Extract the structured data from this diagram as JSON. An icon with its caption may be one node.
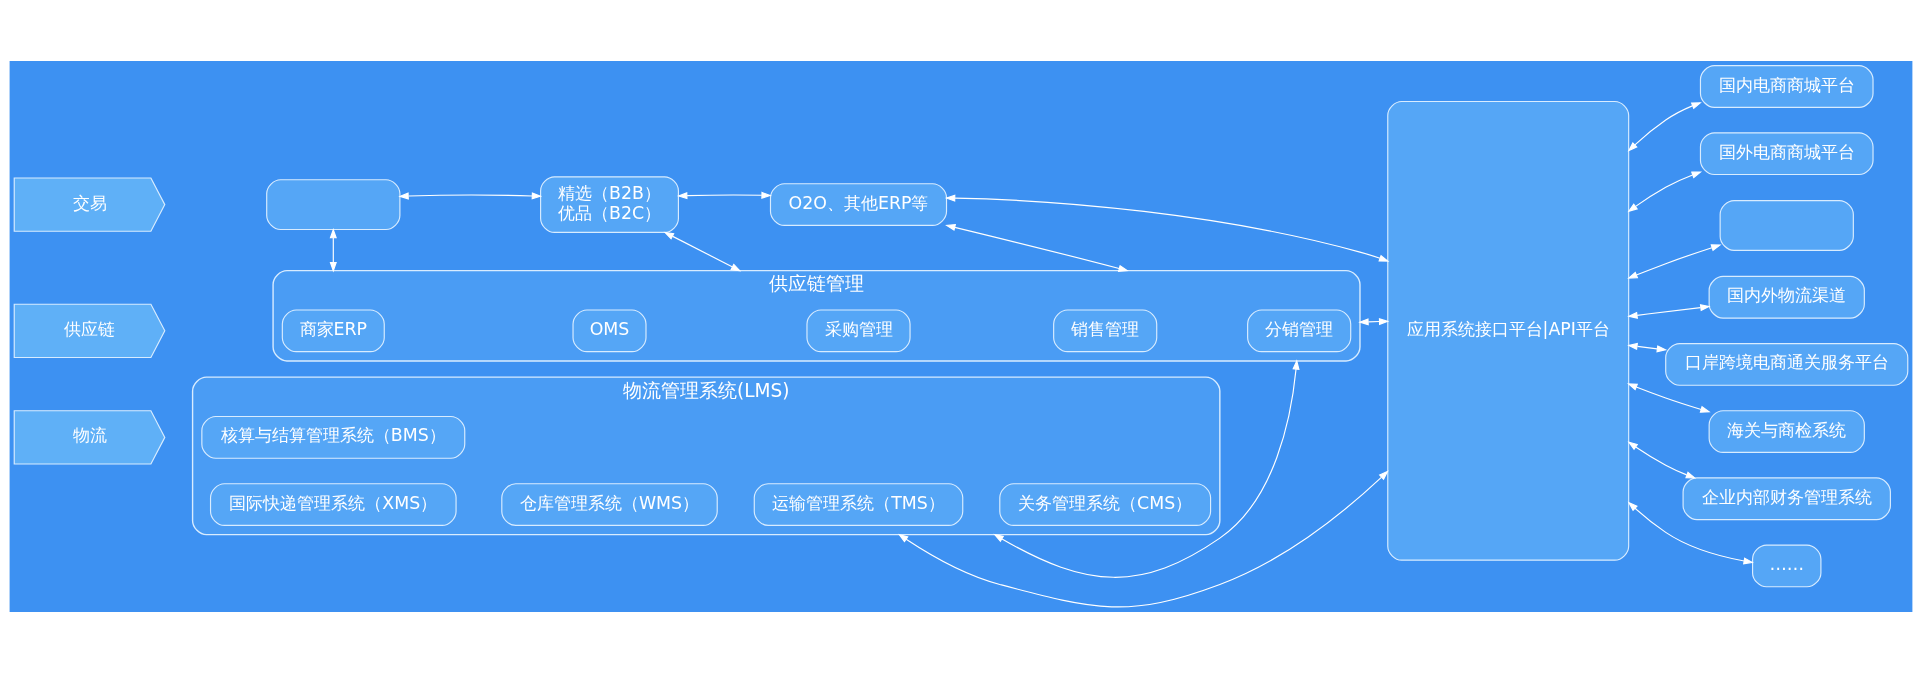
{
  "diagram": {
    "nodes": [
      {
        "text": [
          "交易"
        ]
      },
      {
        "text": [
          "供应链"
        ]
      },
      {
        "text": [
          "物流"
        ]
      },
      {
        "text": [],
        "shape": "box"
      },
      {
        "text": [
          "精选（B2B）",
          "优品（B2C）"
        ]
      },
      {
        "text": [
          "O2O、其他ERP等"
        ]
      },
      {
        "text": [
          "供应链管理"
        ]
      },
      {
        "text": [
          "商家ERP"
        ],
        "in": 6
      },
      {
        "text": [
          "OMS"
        ],
        "in": 6
      },
      {
        "text": [
          "采购管理"
        ],
        "in": 6
      },
      {
        "text": [
          "销售管理"
        ],
        "in": 6
      },
      {
        "text": [
          "分销管理"
        ],
        "in": 6
      },
      {
        "text": [
          "物流管理系统(LMS)"
        ]
      },
      {
        "text": [
          "国际快递管理系统（XMS）"
        ],
        "in": 12
      },
      {
        "text": [
          "仓库管理系统（WMS）"
        ],
        "in": 12
      },
      {
        "text": [
          "运输管理系统（TMS）"
        ],
        "in": 12
      },
      {
        "text": [
          "关务管理系统（CMS）"
        ],
        "in": 12
      },
      {
        "text": [
          "核算与结算管理系统（BMS）"
        ],
        "in": 12
      },
      {
        "text": [
          "应用系统接口平台|API平台"
        ]
      },
      {
        "text": [
          "国内电商商城平台"
        ]
      },
      {
        "text": [
          "国外电商商城平台"
        ]
      },
      {
        "text": [],
        "shape": "box"
      },
      {
        "text": [
          "国内外物流渠道"
        ]
      },
      {
        "text": [
          "口岸跨境电商通关服务平台"
        ]
      },
      {
        "text": [
          "海关与商检系统"
        ]
      },
      {
        "text": [
          "企业内部财务管理系统"
        ]
      },
      {
        "text": [
          "……"
        ]
      }
    ],
    "edges": [
      {
        "from": 3,
        "to": 4,
        "arrow": "both"
      },
      {
        "from": 4,
        "to": 5,
        "arrow": "both"
      },
      {
        "from": 5,
        "to": 18,
        "arrow": "both"
      },
      {
        "from": 3,
        "to": 6,
        "arrow": "both"
      },
      {
        "from": 4,
        "to": 6,
        "arrow": "both"
      },
      {
        "from": 5,
        "to": 6,
        "arrow": "both"
      },
      {
        "from": 6,
        "to": 18,
        "arrow": "both"
      },
      {
        "from": 6,
        "to": 12,
        "arrow": "both"
      },
      {
        "from": 12,
        "to": 18,
        "arrow": "both"
      },
      {
        "from": 18,
        "to": 19,
        "arrow": "both"
      },
      {
        "from": 18,
        "to": 20,
        "arrow": "both"
      },
      {
        "from": 18,
        "to": 21,
        "arrow": "both"
      },
      {
        "from": 18,
        "to": 22,
        "arrow": "both"
      },
      {
        "from": 18,
        "to": 23,
        "arrow": "both"
      },
      {
        "from": 18,
        "to": 24,
        "arrow": "both"
      },
      {
        "from": 18,
        "to": 25,
        "arrow": "both"
      },
      {
        "from": 18,
        "to": 26,
        "arrow": "both"
      }
    ]
  }
}
